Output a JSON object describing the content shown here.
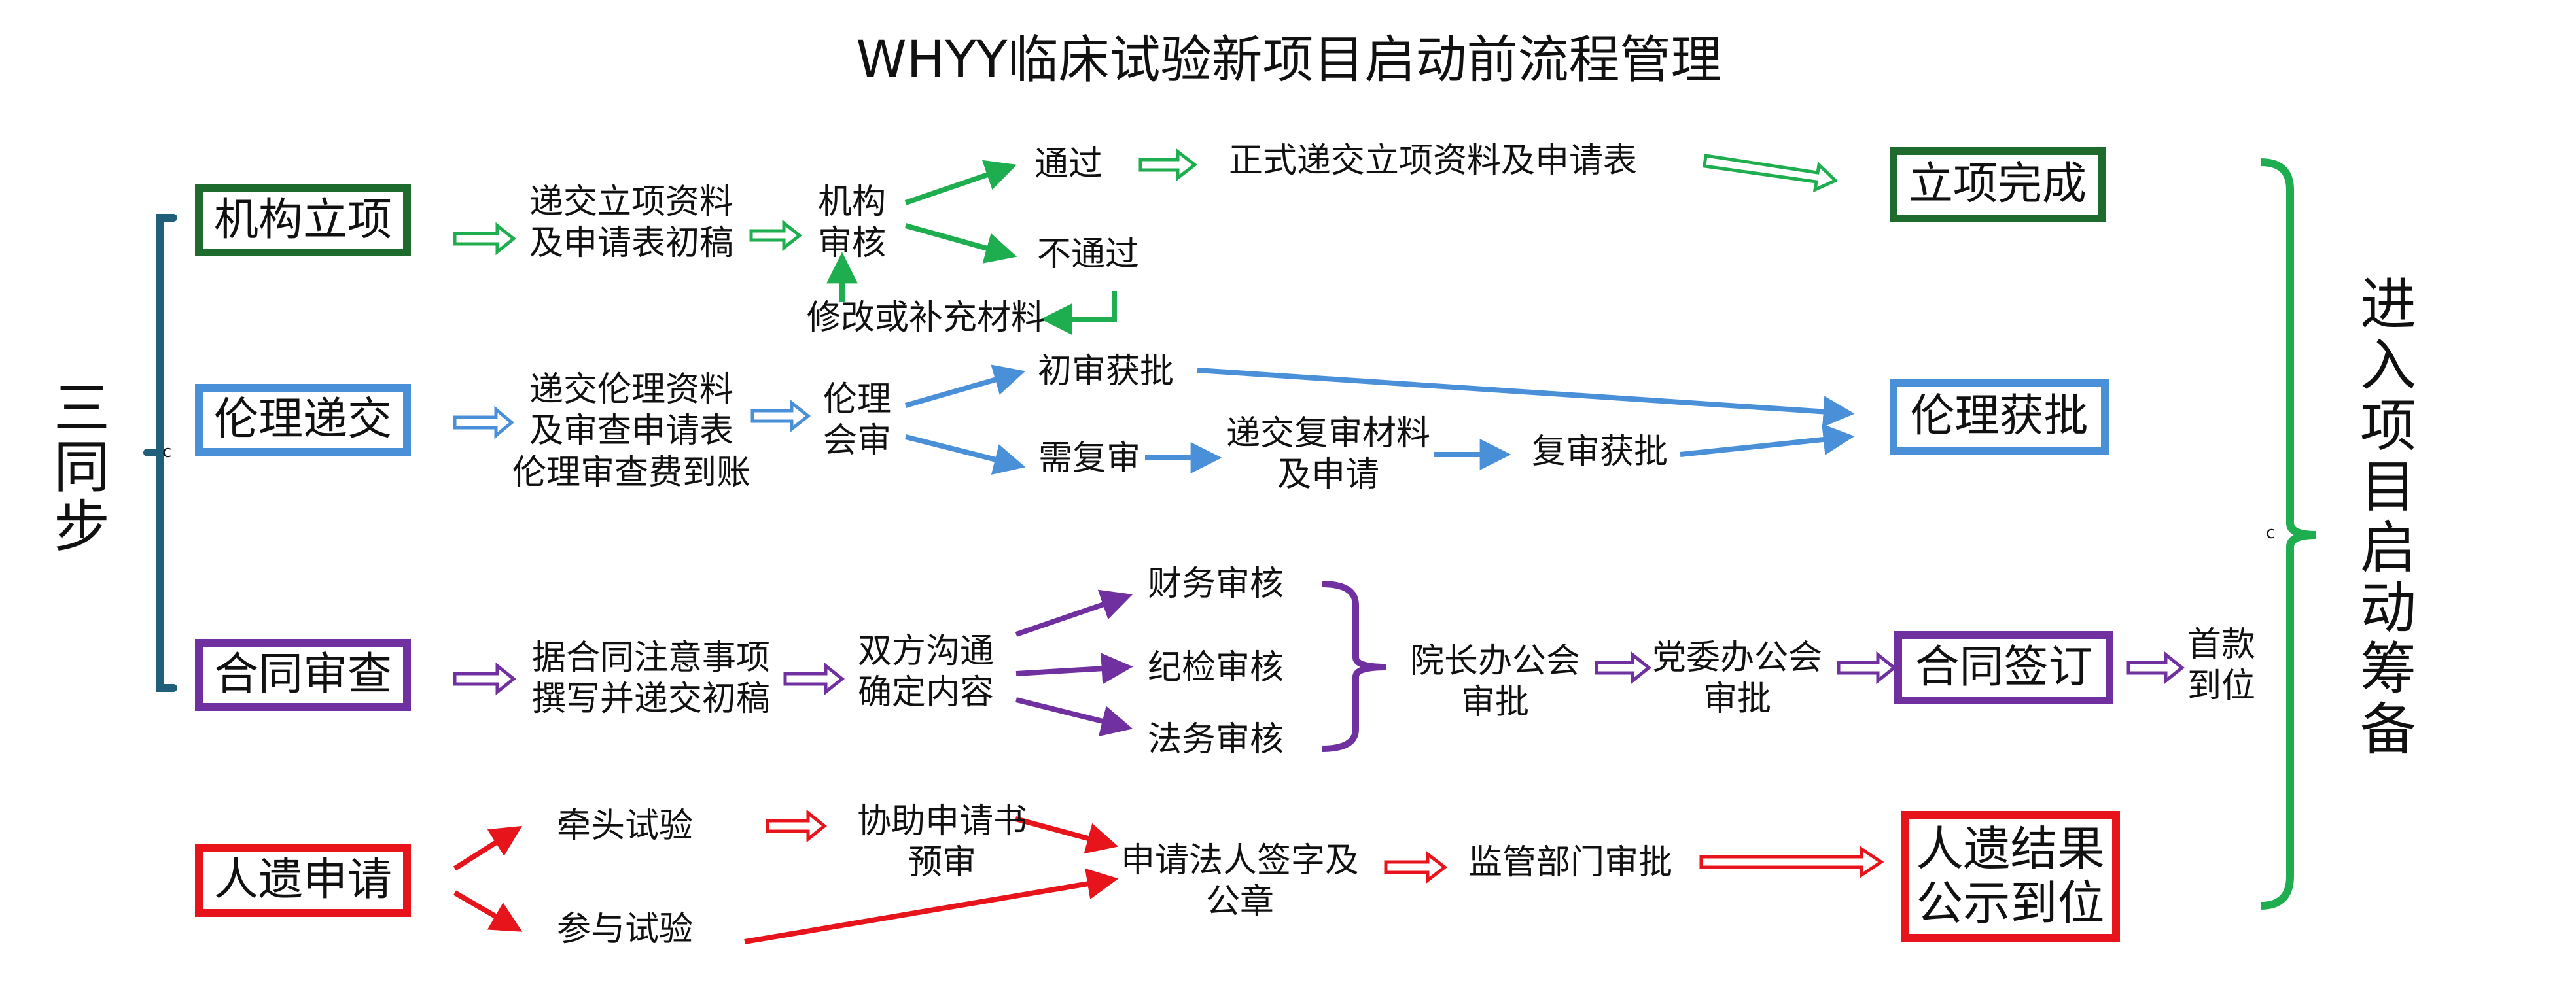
{
  "title": "WHYY临床试验新项目启动前流程管理",
  "left_label": [
    "三",
    "同",
    "步"
  ],
  "right_label": [
    "进",
    "入",
    "项",
    "目",
    "启",
    "动",
    "筹",
    "备"
  ],
  "bracket_marks": {
    "left": "c",
    "right": "c"
  },
  "colors": {
    "project": "#1e6b2e",
    "project_arrow": "#1fae4f",
    "ethics": "#4a90d9",
    "contract": "#7030a0",
    "genetic": "#e8141b",
    "left_bracket": "#1f5f7a",
    "right_bracket": "#1fae4f"
  },
  "rows": {
    "project": {
      "start": "机构立项",
      "submit": [
        "递交立项资料",
        "及申请表初稿"
      ],
      "review": [
        "机构",
        "审核"
      ],
      "pass": "通过",
      "fail": "不通过",
      "revise": "修改或补充材料",
      "formal": "正式递交立项资料及申请表",
      "end": "立项完成"
    },
    "ethics": {
      "start": "伦理递交",
      "submit": [
        "递交伦理资料",
        "及审查申请表",
        "伦理审查费到账"
      ],
      "review": [
        "伦理",
        "会审"
      ],
      "approved": "初审获批",
      "re_review": "需复审",
      "resubmit": [
        "递交复审材料",
        "及申请"
      ],
      "re_approved": "复审获批",
      "end": "伦理获批"
    },
    "contract": {
      "start": "合同审查",
      "draft": [
        "据合同注意事项",
        "撰写并递交初稿"
      ],
      "negotiate": [
        "双方沟通",
        "确定内容"
      ],
      "finance": "财务审核",
      "discipline": "纪检审核",
      "legal": "法务审核",
      "president": [
        "院长办公会",
        "审批"
      ],
      "party": [
        "党委办公会",
        "审批"
      ],
      "end": "合同签订",
      "payment": [
        "首款",
        "到位"
      ]
    },
    "genetic": {
      "start": "人遗申请",
      "lead": "牵头试验",
      "participate": "参与试验",
      "assist": [
        "协助申请书",
        "预审"
      ],
      "sign": [
        "申请法人签字及",
        "公章"
      ],
      "regulator": "监管部门审批",
      "end": [
        "人遗结果",
        "公示到位"
      ]
    }
  }
}
